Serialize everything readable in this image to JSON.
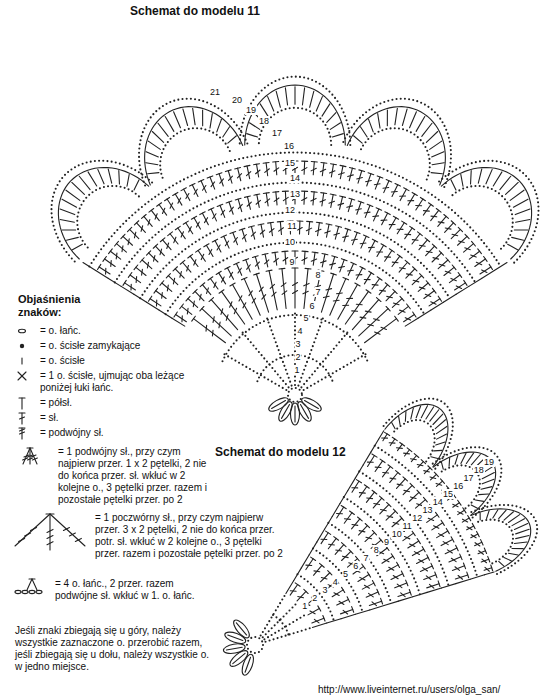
{
  "diagram": {
    "labels": [
      "Schemat do modelu 11",
      "21",
      "20",
      "19",
      "18",
      "17",
      "16",
      "15",
      "14",
      "13",
      "12",
      "11",
      "10",
      "9",
      "8",
      "7",
      "6",
      "5",
      "4",
      "3",
      "2",
      "1",
      "Objaśnienia znaków:",
      "Schemat do modelu 12",
      "1",
      "2",
      "3",
      "4",
      "5",
      "6",
      "7",
      "8",
      "9",
      "10",
      "11",
      "12",
      "13",
      "14",
      "15",
      "16",
      "17",
      "18",
      "19",
      "Jeśli znaki zbiegają się u góry, należy wszystkie zaznaczone o. przerobić razem, jeśli zbiegają się u dołu, należy wszystkie o. w jedno miejsce.",
      "http://www.liveinternet.ru/users/olga_san/"
    ],
    "legend": [
      {
        "text": "= o. łańc."
      },
      {
        "text": "= o. ścisłe zamykające"
      },
      {
        "text": "= o. ścisłe"
      },
      {
        "text": "= 1 o. ścisłe, ujmując oba leżące poniżej łuki łańc."
      },
      {
        "text": "= półsł."
      },
      {
        "text": "= sł."
      },
      {
        "text": "= podwójny sł."
      },
      {
        "text": "= 1 podwójny sł., przy czym najpierw przer. 1 x 2 pętelki, 2 nie do końca przer. sł. wkłuć w 2 kolejne o., 3 pętelki przer. razem i pozostałe pętelki przer. po 2"
      },
      {
        "text": "= 1 poczwórny sł., przy czym najpierw przer. 3 x 2 pętelki, 2 nie do końca przer. potr. sł. wkłuć w 2 kolejne o., 3 pętelki przer. razem i pozostałe pętelki przer. po 2"
      },
      {
        "text": "= 4 o. łańc., 2 przer. razem podwójne sł. wkłuć w 1. o. łańc."
      }
    ]
  }
}
